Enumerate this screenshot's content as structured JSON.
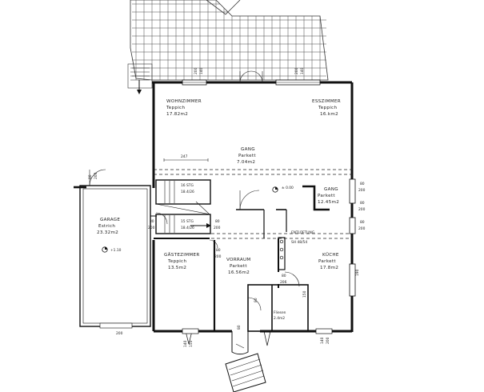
{
  "rooms": {
    "wohnzimmer": {
      "name": "WOHNZIMMER",
      "floor": "Teppich",
      "area": "17.82m2"
    },
    "esszimmer": {
      "name": "ESSZIMMER",
      "floor": "Teppich",
      "area": "16.km2"
    },
    "gang_upper": {
      "name": "GANG",
      "floor": "Parkett",
      "area": "7.04m2"
    },
    "gang_right": {
      "name": "GANG",
      "floor": "Parkett",
      "area": "12.45m2"
    },
    "garage": {
      "name": "GARAGE",
      "floor": "Estrich",
      "area": "23.32m2"
    },
    "gaestezimmer": {
      "name": "GÄSTEZIMMER",
      "floor": "Teppich",
      "area": "13.5m2"
    },
    "vorraum": {
      "name": "VORRAUM",
      "floor": "Parkett",
      "area": "16.56m2"
    },
    "kueche": {
      "name": "KÜCHE",
      "floor": "Parkett",
      "area": "17.8m2"
    },
    "bad": {
      "name": "Fliesen",
      "area": "2.4m2"
    }
  },
  "labels": {
    "entlueftung": "ENTLÜFTUNG",
    "stairs_1": "16 STG",
    "stairs_1_ratio": "18.4/26",
    "stairs_2": "15 STG",
    "stairs_2_ratio": "18.4/26",
    "elev_1": "± 0.00",
    "elev_2": "+1.10",
    "dim_247": "247",
    "dim_sh": "SH 48/54"
  },
  "dims": {
    "d80": "80",
    "d200": "200",
    "d190": "190",
    "d140": "140",
    "d150": "150",
    "d206": "206"
  }
}
